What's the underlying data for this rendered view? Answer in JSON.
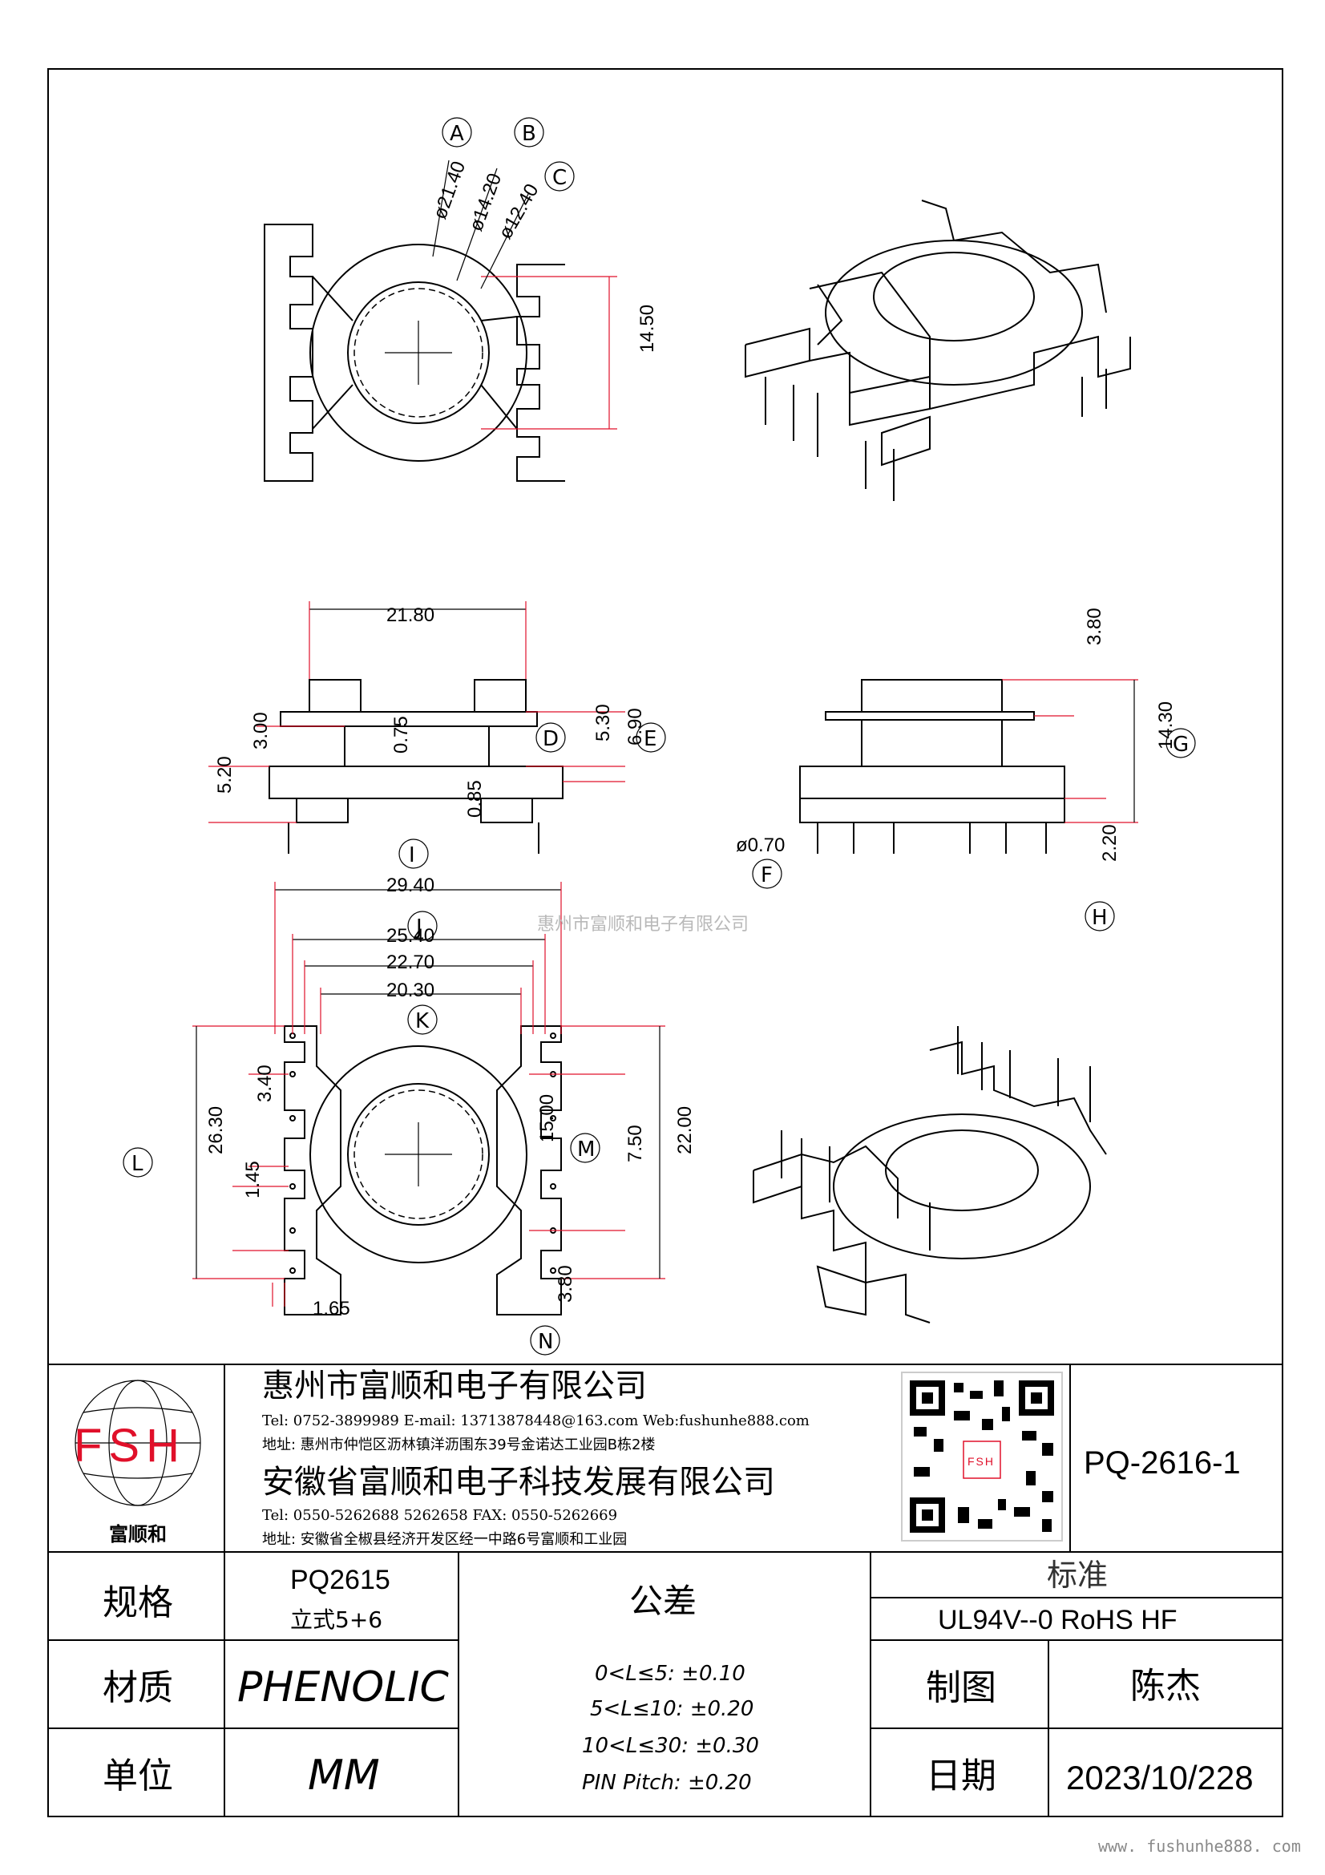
{
  "drawing": {
    "top_view": {
      "callouts": [
        "A",
        "B",
        "C"
      ],
      "diameters": [
        "ø21.40",
        "ø14.20",
        "ø12.40"
      ],
      "height_dim": "14.50"
    },
    "front_view": {
      "width_dim": "21.80",
      "dims": [
        "3.00",
        "5.20",
        "0.75",
        "0.85",
        "5.30",
        "6.90"
      ],
      "callouts": [
        "D",
        "E"
      ]
    },
    "side_view": {
      "dims": [
        "3.80",
        "14.30",
        "2.20",
        "ø0.70"
      ],
      "callouts": [
        "G",
        "F",
        "H"
      ]
    },
    "bottom_view": {
      "callouts": [
        "I",
        "J",
        "K",
        "L",
        "M",
        "N"
      ],
      "dims_top": [
        "29.40",
        "25.40",
        "22.70",
        "20.30"
      ],
      "dims_left": [
        "26.30",
        "3.40",
        "1.45",
        "1.65"
      ],
      "dims_right": [
        "15.00",
        "7.50",
        "22.00",
        "3.80"
      ]
    },
    "watermark": "惠州市富顺和电子有限公司"
  },
  "title_block": {
    "logo_text": "FSH",
    "logo_caption": "富顺和",
    "company1": "惠州市富顺和电子有限公司",
    "contact1": "Tel:   0752-3899989   E-mail: 13713878448@163.com  Web:fushunhe888.com",
    "address1": "地址:  惠州市仲恺区沥林镇洋沥围东39号金诺达工业园B栋2楼",
    "company2": "安徽省富顺和电子科技发展有限公司",
    "contact2": "Tel:    0550-5262688   5262658        FAX:  0550-5262669",
    "address2": "地址:  安徽省全椒县经济开发区经一中路6号富顺和工业园",
    "qr_label": "FSH",
    "part_number": "PQ-2616-1"
  },
  "spec_table": {
    "spec_label": "规格",
    "spec_value1": "PQ2615",
    "spec_value2": "立式5+6",
    "material_label": "材质",
    "material_value": "PHENOLIC",
    "unit_label": "单位",
    "unit_value": "MM",
    "tolerance_label": "公差",
    "tolerances": [
      "0<L≤5: ±0.10",
      "5<L≤10: ±0.20",
      "10<L≤30: ±0.30",
      "PIN Pitch: ±0.20"
    ],
    "standard_label": "标准",
    "standard_value": "UL94V--0  RoHS HF",
    "drawn_label": "制图",
    "drawn_value": "陈杰",
    "date_label": "日期",
    "date_value": "2023/10/228"
  },
  "footer_url": "www. fushunhe888. com"
}
